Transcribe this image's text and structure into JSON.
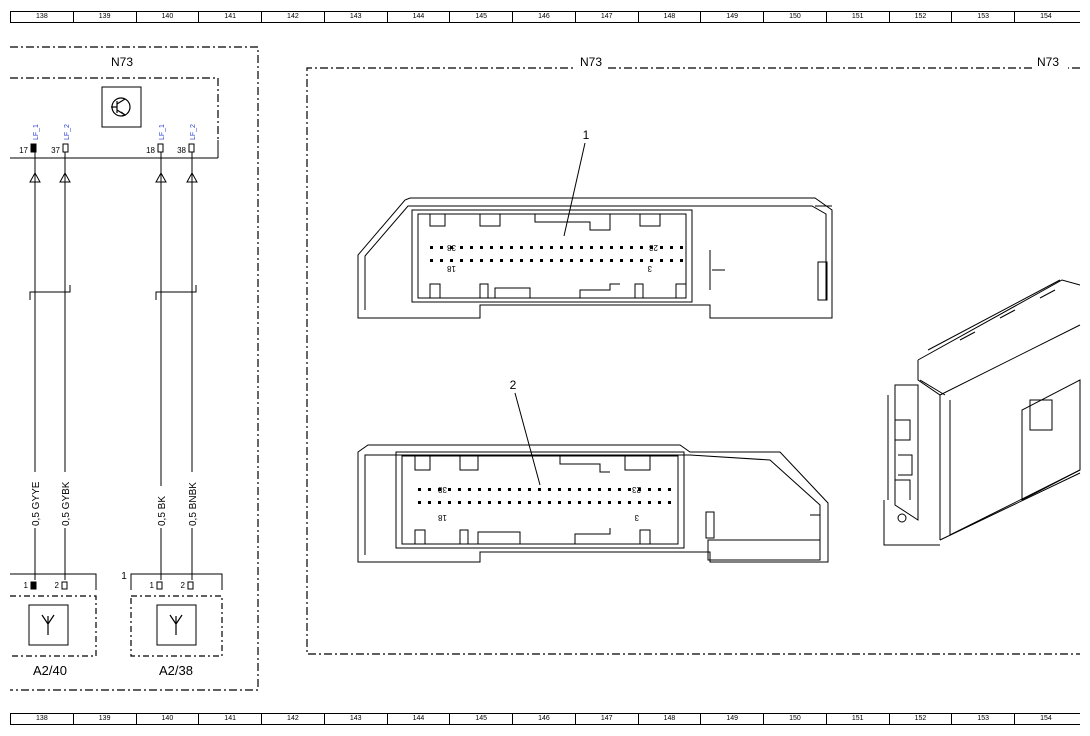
{
  "ruler_columns": [
    "138",
    "139",
    "140",
    "141",
    "142",
    "143",
    "144",
    "145",
    "146",
    "147",
    "148",
    "149",
    "150",
    "151",
    "152",
    "153",
    "154"
  ],
  "left_module": {
    "name": "N73",
    "pins": [
      {
        "number": "17",
        "signal": "LF_1",
        "wire": "0,5 GYYE",
        "target_pin": "1"
      },
      {
        "number": "37",
        "signal": "LF_2",
        "wire": "0,5 GYBK",
        "target_pin": "2"
      },
      {
        "number": "18",
        "signal": "LF_1",
        "wire": "0,5 BK",
        "target_pin": "1"
      },
      {
        "number": "38",
        "signal": "LF_2",
        "wire": "0,5 BNBK",
        "target_pin": "2"
      }
    ],
    "icon": "transistor-icon"
  },
  "antennas": [
    {
      "name": "A2/40",
      "connector_marker": "",
      "icon": "antenna-icon"
    },
    {
      "name": "A2/38",
      "connector_marker": "1",
      "icon": "antenna-icon"
    }
  ],
  "right_panel": {
    "module_name": "N73",
    "module_name_edge": "N73",
    "connector_1": {
      "callout": "1",
      "pin_labels": [
        "38",
        "23",
        "18",
        "3"
      ]
    },
    "connector_2": {
      "callout": "2",
      "pin_labels": [
        "38",
        "23",
        "18",
        "3"
      ]
    }
  }
}
